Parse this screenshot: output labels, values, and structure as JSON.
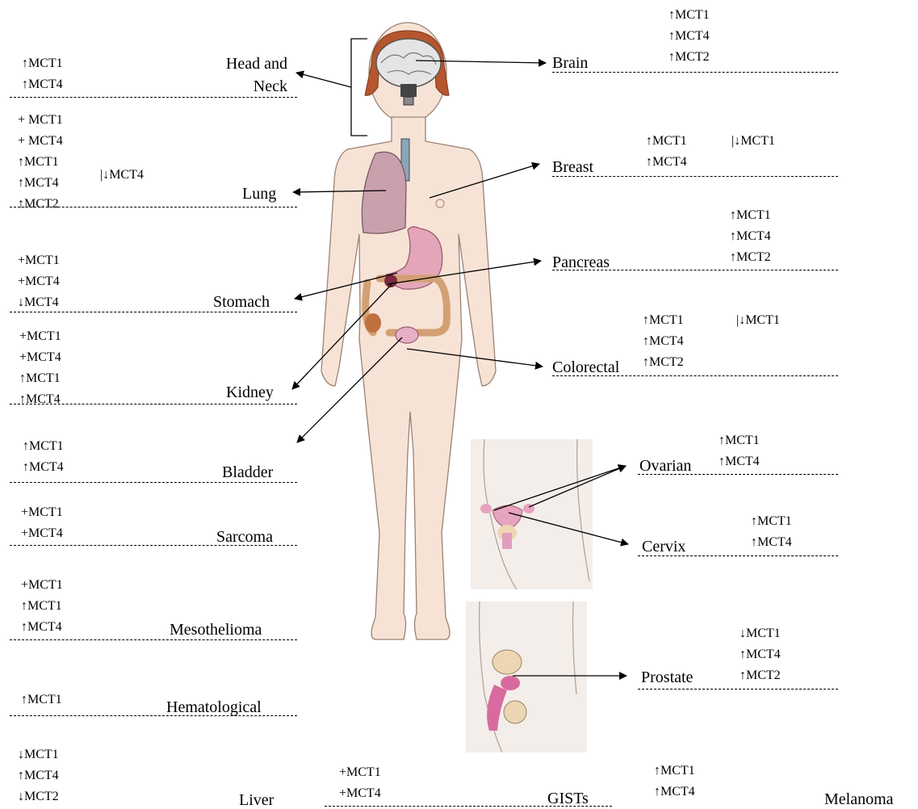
{
  "organs": {
    "head_neck": {
      "title_l1": "Head and",
      "title_l2": "Neck",
      "markers": [
        "↑MCT1",
        "↑MCT4"
      ]
    },
    "lung": {
      "title": "Lung",
      "markers": [
        "+ MCT1",
        "+ MCT4",
        "↑MCT1",
        "↑MCT4",
        "↑MCT2"
      ],
      "extra": "|↓MCT4"
    },
    "stomach": {
      "title": "Stomach",
      "markers": [
        "+MCT1",
        "+MCT4",
        "↓MCT4"
      ]
    },
    "kidney": {
      "title": "Kidney",
      "markers": [
        "+MCT1",
        "+MCT4",
        "↑MCT1",
        "↑MCT4"
      ]
    },
    "bladder": {
      "title": "Bladder",
      "markers": [
        "↑MCT1",
        "↑MCT4"
      ]
    },
    "sarcoma": {
      "title": "Sarcoma",
      "markers": [
        "+MCT1",
        "+MCT4"
      ]
    },
    "mesothelioma": {
      "title": "Mesothelioma",
      "markers": [
        "+MCT1",
        "↑MCT1",
        "↑MCT4"
      ]
    },
    "hematological": {
      "title": "Hematological",
      "markers": [
        "↑MCT1"
      ]
    },
    "liver": {
      "title": "Liver",
      "markers": [
        "↓MCT1",
        "↑MCT4",
        "↓MCT2"
      ]
    },
    "gists": {
      "title": "GISTs",
      "markers": [
        "+MCT1",
        "+MCT4"
      ]
    },
    "melanoma": {
      "title": "Melanoma",
      "markers": [
        "↑MCT1",
        "↑MCT4"
      ]
    },
    "brain": {
      "title": "Brain",
      "markers": [
        "↑MCT1",
        "↑MCT4",
        "↑MCT2"
      ]
    },
    "breast": {
      "title": "Breast",
      "markers": [
        "↑MCT1",
        "↑MCT4"
      ],
      "extra": "|↓MCT1"
    },
    "pancreas": {
      "title": "Pancreas",
      "markers": [
        "↑MCT1",
        "↑MCT4",
        "↑MCT2"
      ]
    },
    "colorectal": {
      "title": "Colorectal",
      "markers": [
        "↑MCT1",
        "↑MCT4",
        "↑MCT2"
      ],
      "extra": "|↓MCT1"
    },
    "ovarian": {
      "title": "Ovarian",
      "markers": [
        "↑MCT1",
        "↑MCT4"
      ]
    },
    "cervix": {
      "title": "Cervix",
      "markers": [
        "↑MCT1",
        "↑MCT4"
      ]
    },
    "prostate": {
      "title": "Prostate",
      "markers": [
        "↓MCT1",
        "↑MCT4",
        "↑MCT2"
      ]
    }
  }
}
